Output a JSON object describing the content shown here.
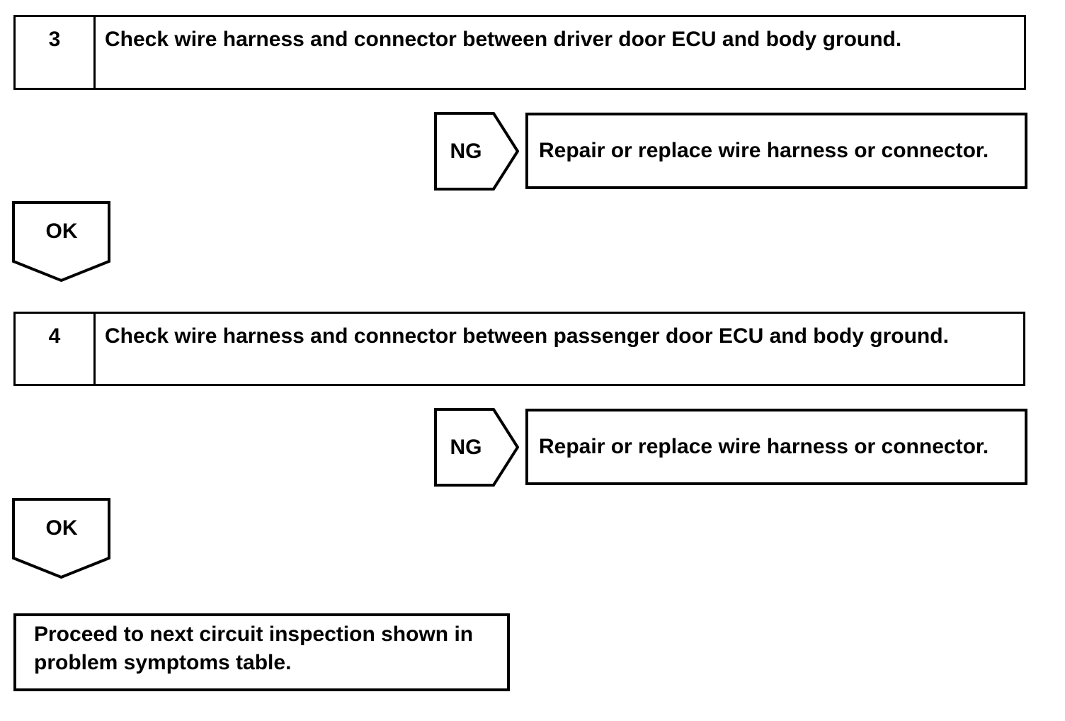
{
  "colors": {
    "ink": "#000000",
    "paper": "#ffffff"
  },
  "flow": {
    "steps": [
      {
        "number": "3",
        "instruction": "Check wire harness and connector between driver door ECU and body ground."
      },
      {
        "number": "4",
        "instruction": "Check wire harness and connector between passenger door ECU and body ground."
      }
    ],
    "ng_label": "NG",
    "ok_label": "OK",
    "ng_results": [
      "Repair or replace wire harness or connector.",
      "Repair or replace wire harness or connector."
    ],
    "final_note": "Proceed to next circuit inspection shown in problem symptoms table."
  }
}
